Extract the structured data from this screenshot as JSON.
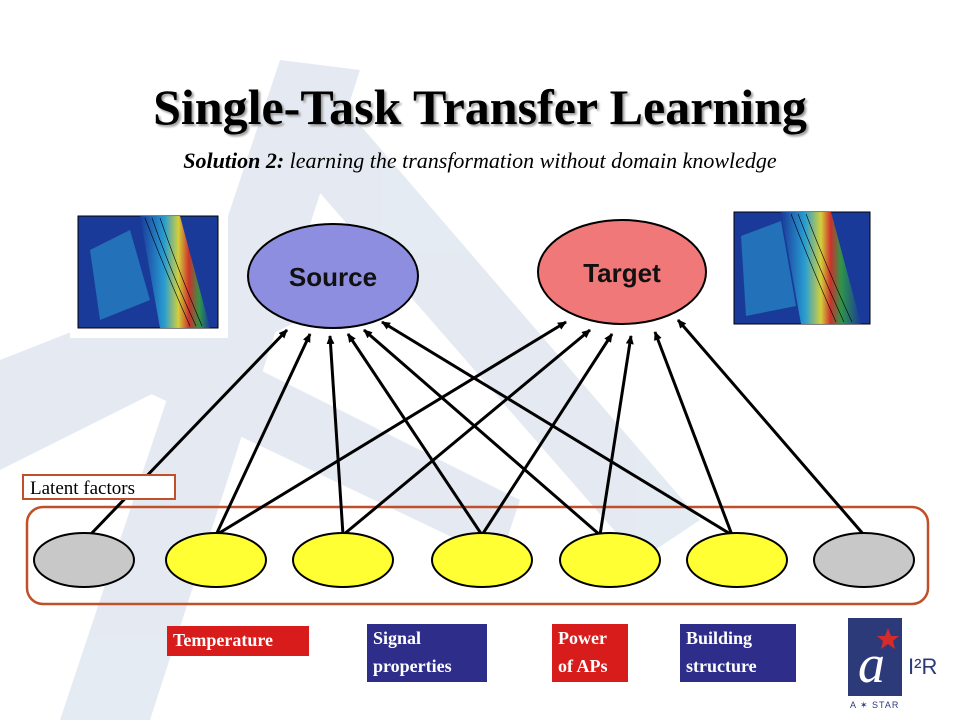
{
  "slide": {
    "title": "Single-Task Transfer Learning",
    "subtitle_lead": "Solution 2:",
    "subtitle_rest": " learning the transformation without domain knowledge"
  },
  "nodes": {
    "source": "Source",
    "target": "Target"
  },
  "latent_label": "Latent factors",
  "latent_factors": [
    {
      "color": "#c8c8c8"
    },
    {
      "color": "#ffff33"
    },
    {
      "color": "#ffff33"
    },
    {
      "color": "#ffff33"
    },
    {
      "color": "#ffff33"
    },
    {
      "color": "#ffff33"
    },
    {
      "color": "#c8c8c8"
    }
  ],
  "factor_labels": [
    {
      "line1": "Temperature",
      "line2": "",
      "color": "#d81c1c"
    },
    {
      "line1": "Signal",
      "line2": "properties",
      "color": "#2e2e8a"
    },
    {
      "line1": "Power",
      "line2": "of APs",
      "color": "#d81c1c"
    },
    {
      "line1": "Building",
      "line2": "structure",
      "color": "#2e2e8a"
    }
  ],
  "logo": {
    "text": "I²R",
    "sub": "A ✶ STAR"
  },
  "colors": {
    "source_fill": "#8e8ee0",
    "target_fill": "#f07878",
    "frame": "#c0502a",
    "arrow": "#000000"
  }
}
